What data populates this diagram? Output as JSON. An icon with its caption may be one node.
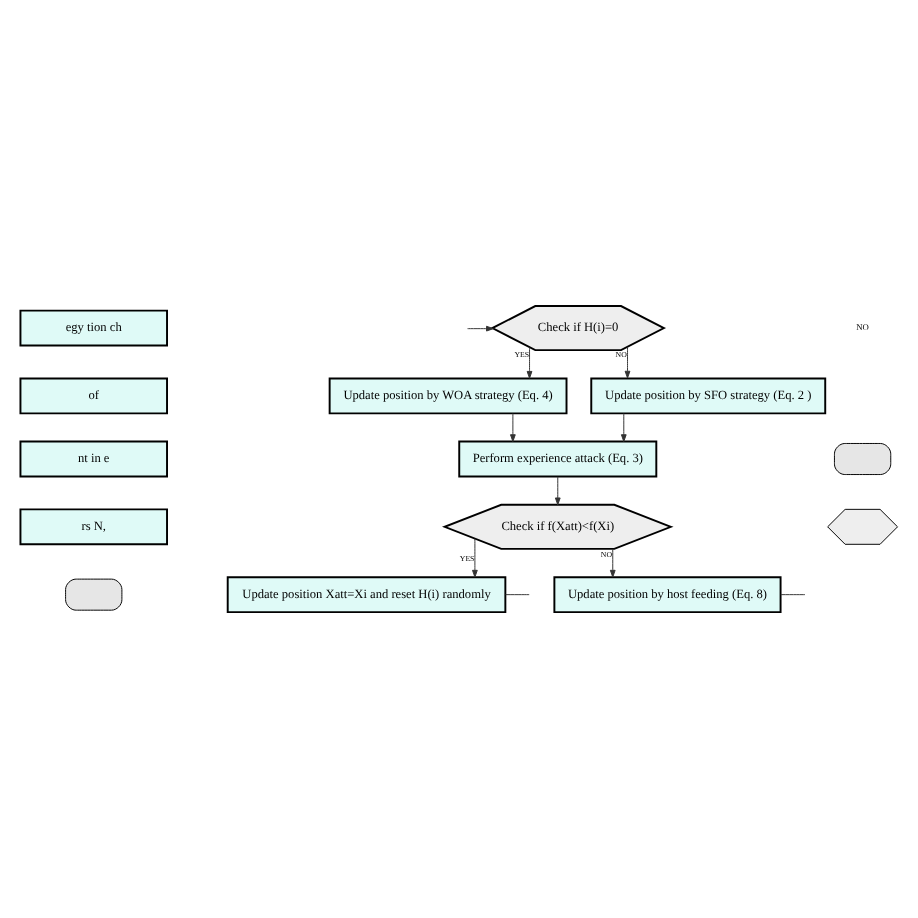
{
  "diagram": {
    "nodes": [
      {
        "text": [
          "egy tion ch"
        ]
      },
      {
        "text": [
          "of"
        ]
      },
      {
        "text": [
          "nt in e"
        ]
      },
      {
        "text": [
          "rs N,"
        ]
      },
      {
        "text": [],
        "shape": "oval"
      },
      {
        "text": [
          "Check if H(i)=0"
        ]
      },
      {
        "text": [
          "Update position by WOA strategy (Eq. 4)"
        ]
      },
      {
        "text": [
          "Update position by SFO strategy (Eq. 2 )"
        ]
      },
      {
        "text": [
          "Perform experience attack (Eq. 3)"
        ]
      },
      {
        "text": [
          "Check if f(Xatt)<f(Xi)"
        ]
      },
      {
        "text": [
          "Update position Xatt=Xi and reset H(i) randomly"
        ]
      },
      {
        "text": [
          "Update position by host feeding (Eq. 8)"
        ]
      },
      {
        "text": [],
        "shape": "oval"
      },
      {
        "text": [],
        "shape": "hexagon"
      }
    ],
    "edges": [
      {
        "from": null,
        "to": 5,
        "arrow": "to"
      },
      {
        "from": 5,
        "to": 6,
        "arrow": "to",
        "label": "YES"
      },
      {
        "from": 5,
        "to": 7,
        "arrow": "to",
        "label": "NO"
      },
      {
        "from": 6,
        "to": 8,
        "arrow": "to"
      },
      {
        "from": 7,
        "to": 8,
        "arrow": "to"
      },
      {
        "from": 8,
        "to": 9,
        "arrow": "to"
      },
      {
        "from": 9,
        "to": 10,
        "arrow": "to",
        "label": "YES"
      },
      {
        "from": 9,
        "to": 11,
        "arrow": "to",
        "label": "NO"
      },
      {
        "from": 11,
        "to": null,
        "arrow": "none"
      },
      {
        "from": 10,
        "to": null,
        "arrow": "none"
      }
    ],
    "labels": [
      "NO"
    ]
  }
}
